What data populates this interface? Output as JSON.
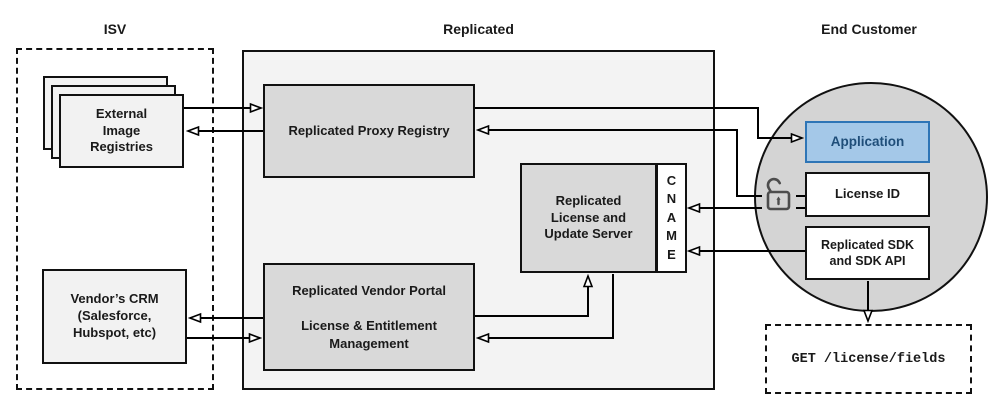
{
  "diagram": {
    "sections": {
      "isv": {
        "label": "ISV"
      },
      "replicated": {
        "label": "Replicated"
      },
      "end_customer": {
        "label": "End Customer"
      }
    },
    "nodes": {
      "external_registries": {
        "label": "External\nImage\nRegistries"
      },
      "vendors_crm": {
        "label": "Vendor’s CRM\n(Salesforce,\nHubspot, etc)"
      },
      "proxy_registry": {
        "label": "Replicated Proxy Registry"
      },
      "license_update_server": {
        "label": "Replicated\nLicense and\nUpdate Server"
      },
      "cname": {
        "label": "C\nN\nA\nM\nE"
      },
      "vendor_portal": {
        "label": "Replicated Vendor Portal\n\nLicense & Entitlement\nManagement"
      },
      "application": {
        "label": "Application"
      },
      "license_id": {
        "label": "License ID"
      },
      "replicated_sdk": {
        "label": "Replicated SDK\nand SDK API"
      },
      "get_endpoint": {
        "label": "GET /license/fields"
      }
    },
    "icons": {
      "lock": "open-padlock-icon"
    },
    "colors": {
      "container_fill": "#f3f3f3",
      "node_fill": "#d9d9d9",
      "light_node_fill": "#f2f2f2",
      "circle_fill": "#d4d4d4",
      "application_fill": "#a4c8e8",
      "application_border": "#2e75b6",
      "application_text": "#1f4e79",
      "line_color": "#000000"
    },
    "connections": [
      {
        "from": "external-image-registries",
        "to": "replicated-proxy-registry"
      },
      {
        "from": "replicated-proxy-registry",
        "to": "external-image-registries"
      },
      {
        "from": "replicated-proxy-registry",
        "to": "application"
      },
      {
        "from": "license-id",
        "to": "replicated-proxy-registry"
      },
      {
        "from": "license-id",
        "to": "cname"
      },
      {
        "from": "replicated-sdk",
        "to": "cname"
      },
      {
        "from": "vendor-portal",
        "to": "license-update-server"
      },
      {
        "from": "license-update-server",
        "to": "vendor-portal"
      },
      {
        "from": "vendor-portal",
        "to": "vendors-crm"
      },
      {
        "from": "vendors-crm",
        "to": "vendor-portal"
      },
      {
        "from": "replicated-sdk",
        "to": "get-license-fields"
      }
    ]
  }
}
